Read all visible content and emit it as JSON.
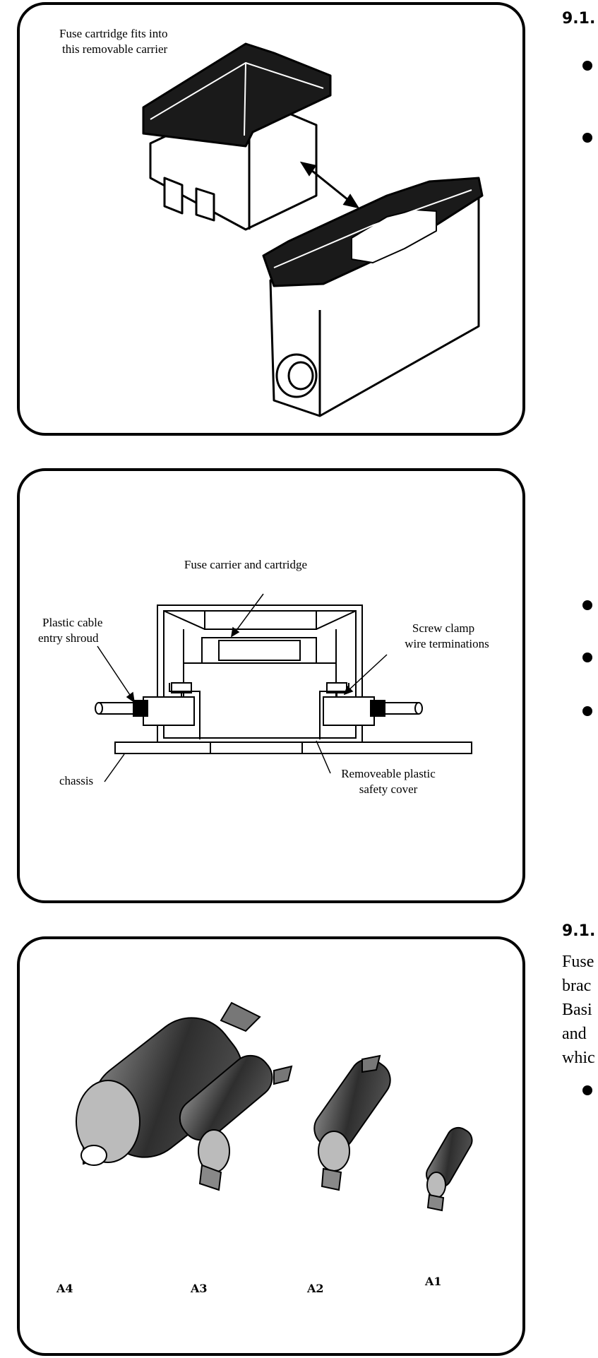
{
  "panel1": {
    "caption_line1": "Fuse cartridge fits into",
    "caption_line2": "this removable carrier"
  },
  "panel2": {
    "carrier_label": "Fuse carrier and cartridge",
    "shroud_line1": "Plastic cable",
    "shroud_line2": "entry shroud",
    "screw_line1": "Screw clamp",
    "screw_line2": "wire terminations",
    "chassis_label": "chassis",
    "cover_line1": "Removeable plastic",
    "cover_line2": "safety cover"
  },
  "panel3": {
    "fuses": [
      "A4",
      "A3",
      "A2",
      "A1"
    ]
  },
  "right_column": {
    "heading_top": "9.1.",
    "heading_bottom": "9.1.",
    "para_lines": [
      "Fuse",
      "brac",
      "Basi",
      "and",
      "whic"
    ]
  }
}
